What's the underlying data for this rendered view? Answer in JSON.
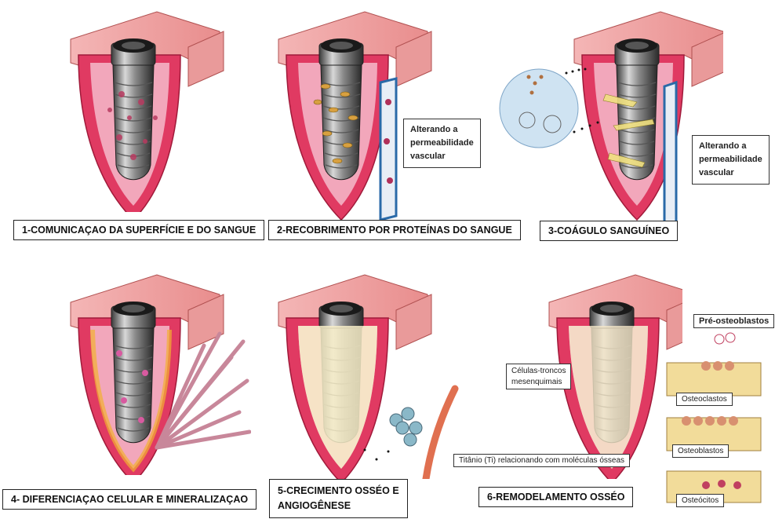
{
  "panels": [
    {
      "caption": "1-COMUNICAÇAO DA SUPERFÍCIE E DO SANGUE"
    },
    {
      "caption": "2-RECOBRIMENTO POR PROTEÍNAS DO SANGUE",
      "note": [
        "Alterando a",
        "permeabilidade",
        "vascular"
      ]
    },
    {
      "caption": "3-COÁGULO SANGUÍNEO",
      "note": [
        "Alterando a",
        "permeabilidade",
        "vascular"
      ]
    },
    {
      "caption": "4- DIFERENCIAÇAO CELULAR E MINERALIZAÇAO"
    },
    {
      "caption": [
        "5-CRECIMENTO OSSÉO E",
        "ANGIOGÊNESE"
      ]
    },
    {
      "caption": "6-REMODELAMENTO OSSÉO",
      "labels": {
        "pre_osteoblastos": "Pré-osteoblastos",
        "celulas_troncos": [
          "Células-troncos",
          "mesenquimais"
        ],
        "osteoclastos": "Osteoclastos",
        "osteoblastos": "Osteoblastos",
        "osteocitos": "Osteócitos",
        "titanio": "Titânio (Ti) relacionando com moléculas ósseas"
      }
    }
  ]
}
